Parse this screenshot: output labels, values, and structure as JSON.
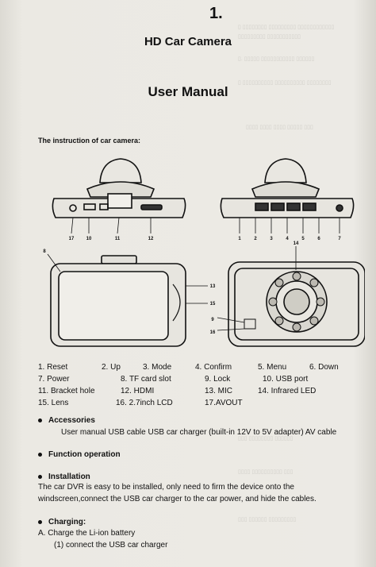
{
  "page_number": "1.",
  "title": "HD Car Camera",
  "subtitle": "User Manual",
  "intro": "The instruction of car camera:",
  "parts": [
    "1. Reset",
    "2. Up",
    "3. Mode",
    "4. Confirm",
    "5. Menu",
    "6. Down",
    "7. Power",
    "8. TF card slot",
    "9. Lock",
    "10. USB port",
    "11. Bracket hole",
    "12. HDMI",
    "13. MIC",
    "14. Infrared LED",
    "15. Lens",
    "16. 2.7inch LCD",
    "17.AVOUT"
  ],
  "callouts_bottom_left": [
    "17",
    "10",
    "11",
    "12"
  ],
  "callouts_bottom_right": [
    "1",
    "2",
    "3",
    "4",
    "5",
    "6",
    "7"
  ],
  "callouts_side": [
    "8",
    "14",
    "13",
    "15",
    "9",
    "16"
  ],
  "sections": {
    "accessories": {
      "heading": "Accessories",
      "items": "User manual   USB cable   USB car charger (built-in 12V to 5V adapter) AV cable"
    },
    "function": {
      "heading": "Function operation"
    },
    "installation": {
      "heading": "Installation",
      "line1": "The car DVR is easy to be installed, only need to firm the device onto the",
      "line2": "windscreen,connect the USB car charger to the car power, and hide the cables."
    },
    "charging": {
      "heading": "Charging:",
      "line1": "A. Charge the Li-ion battery",
      "line2": "(1) connect the USB car charger"
    }
  }
}
